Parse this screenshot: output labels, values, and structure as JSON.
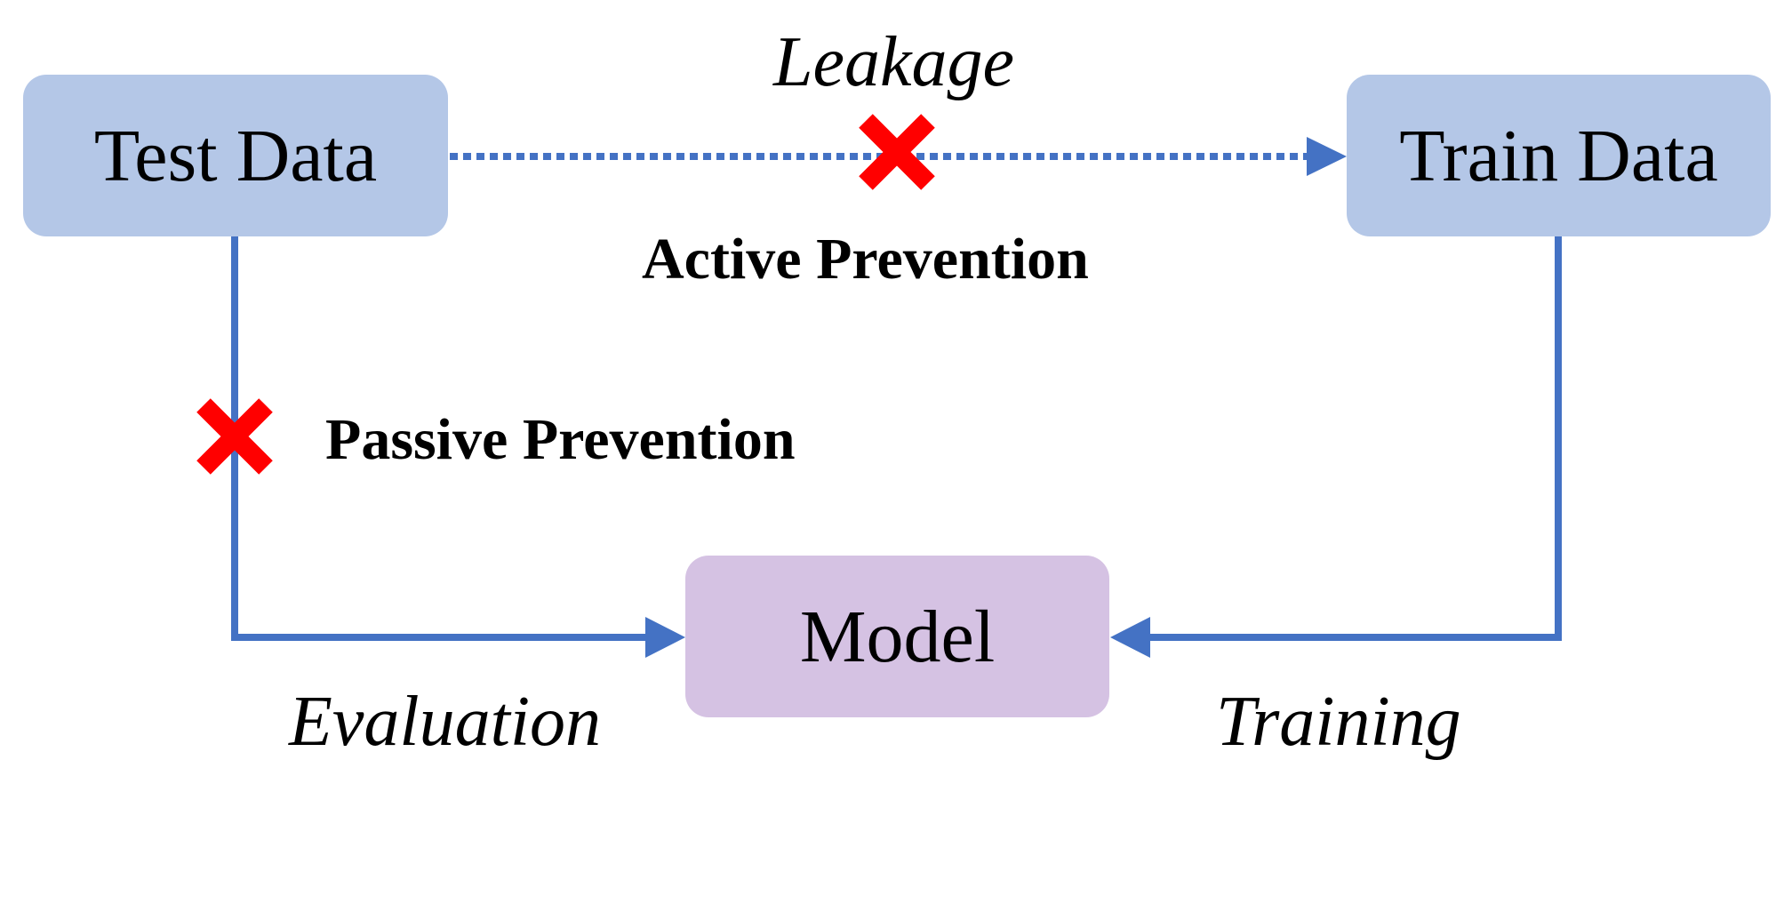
{
  "nodes": {
    "test_data": "Test Data",
    "train_data": "Train Data",
    "model": "Model"
  },
  "edges": {
    "leakage": "Leakage",
    "evaluation": "Evaluation",
    "training": "Training"
  },
  "annotations": {
    "active_prevention": "Active Prevention",
    "passive_prevention": "Passive Prevention"
  },
  "colors": {
    "data_box": "#b4c7e7",
    "model_box": "#d5c2e3",
    "arrow": "#4472c4",
    "cross": "#ff0000"
  }
}
